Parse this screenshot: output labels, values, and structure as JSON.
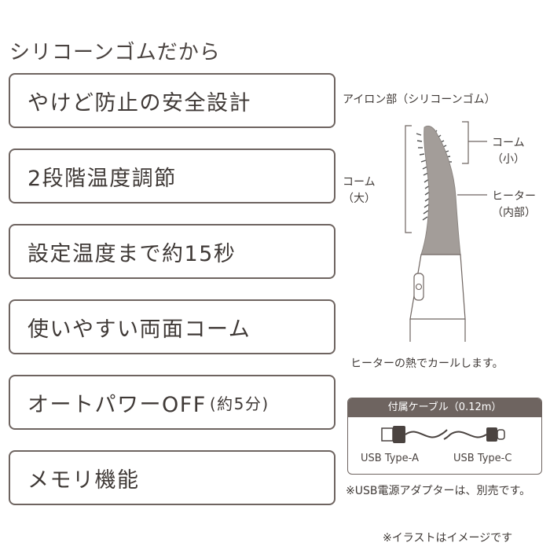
{
  "heading": "シリコーンゴムだから",
  "features": [
    {
      "label": "やけど防止の安全設計"
    },
    {
      "label": "2段階温度調節"
    },
    {
      "label": "設定温度まで約15秒"
    },
    {
      "label": "使いやすい両面コーム"
    },
    {
      "label": "オートパワーOFF",
      "sub": "(約5分)"
    },
    {
      "label": "メモリ機能"
    }
  ],
  "diagram": {
    "iron_label": "アイロン部（シリコーンゴム）",
    "comb_small": [
      "コーム",
      "（小）"
    ],
    "comb_large": [
      "コーム",
      "（大）"
    ],
    "heater": [
      "ヒーター",
      "（内部）"
    ],
    "caption": "ヒーターの熱でカールします。"
  },
  "cable": {
    "title": "付属ケーブル（0.12m）",
    "end_a": "USB Type-A",
    "end_c": "USB Type-C"
  },
  "adapter_note": "※USB電源アダプターは、別売です。",
  "image_note": "※イラストはイメージです"
}
